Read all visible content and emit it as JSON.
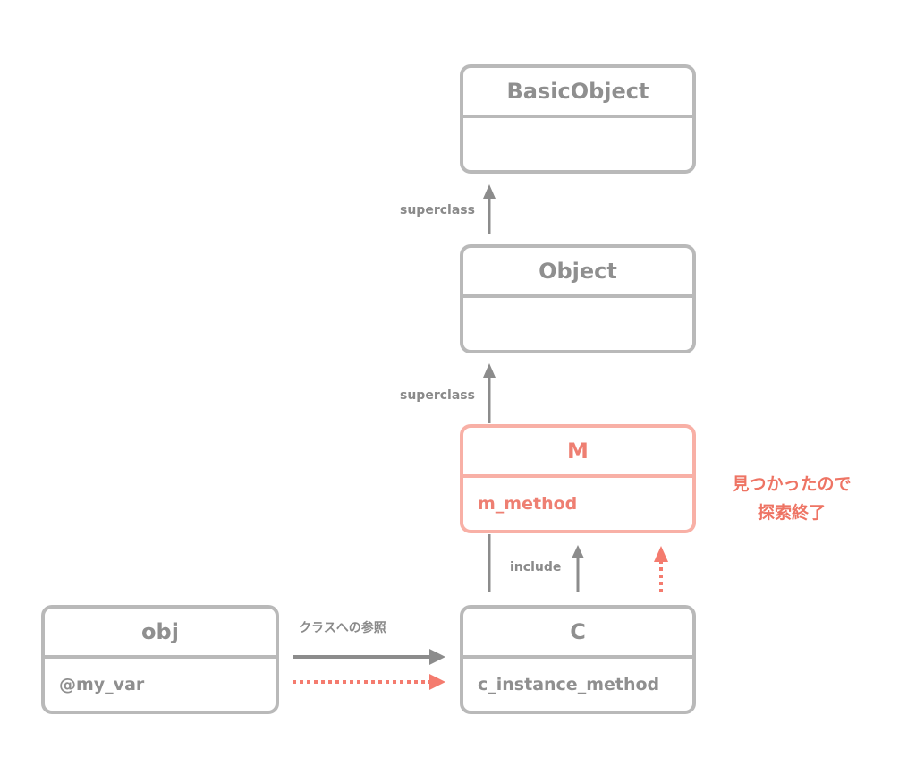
{
  "nodes": {
    "basicobject": {
      "title": "BasicObject",
      "body": ""
    },
    "object": {
      "title": "Object",
      "body": ""
    },
    "m": {
      "title": "M",
      "body": "m_method"
    },
    "c": {
      "title": "C",
      "body": "c_instance_method"
    },
    "obj": {
      "title": "obj",
      "body": "@my_var"
    }
  },
  "edges": {
    "object_basic": "superclass",
    "m_object": "superclass",
    "c_m": "include",
    "obj_c": "クラスへの参照"
  },
  "note": {
    "line1": "見つかったので",
    "line2": "探索終了"
  },
  "colors": {
    "gray": "#8c8c8c",
    "border": "#b9b9b9",
    "highlight": "#f47b6e"
  }
}
